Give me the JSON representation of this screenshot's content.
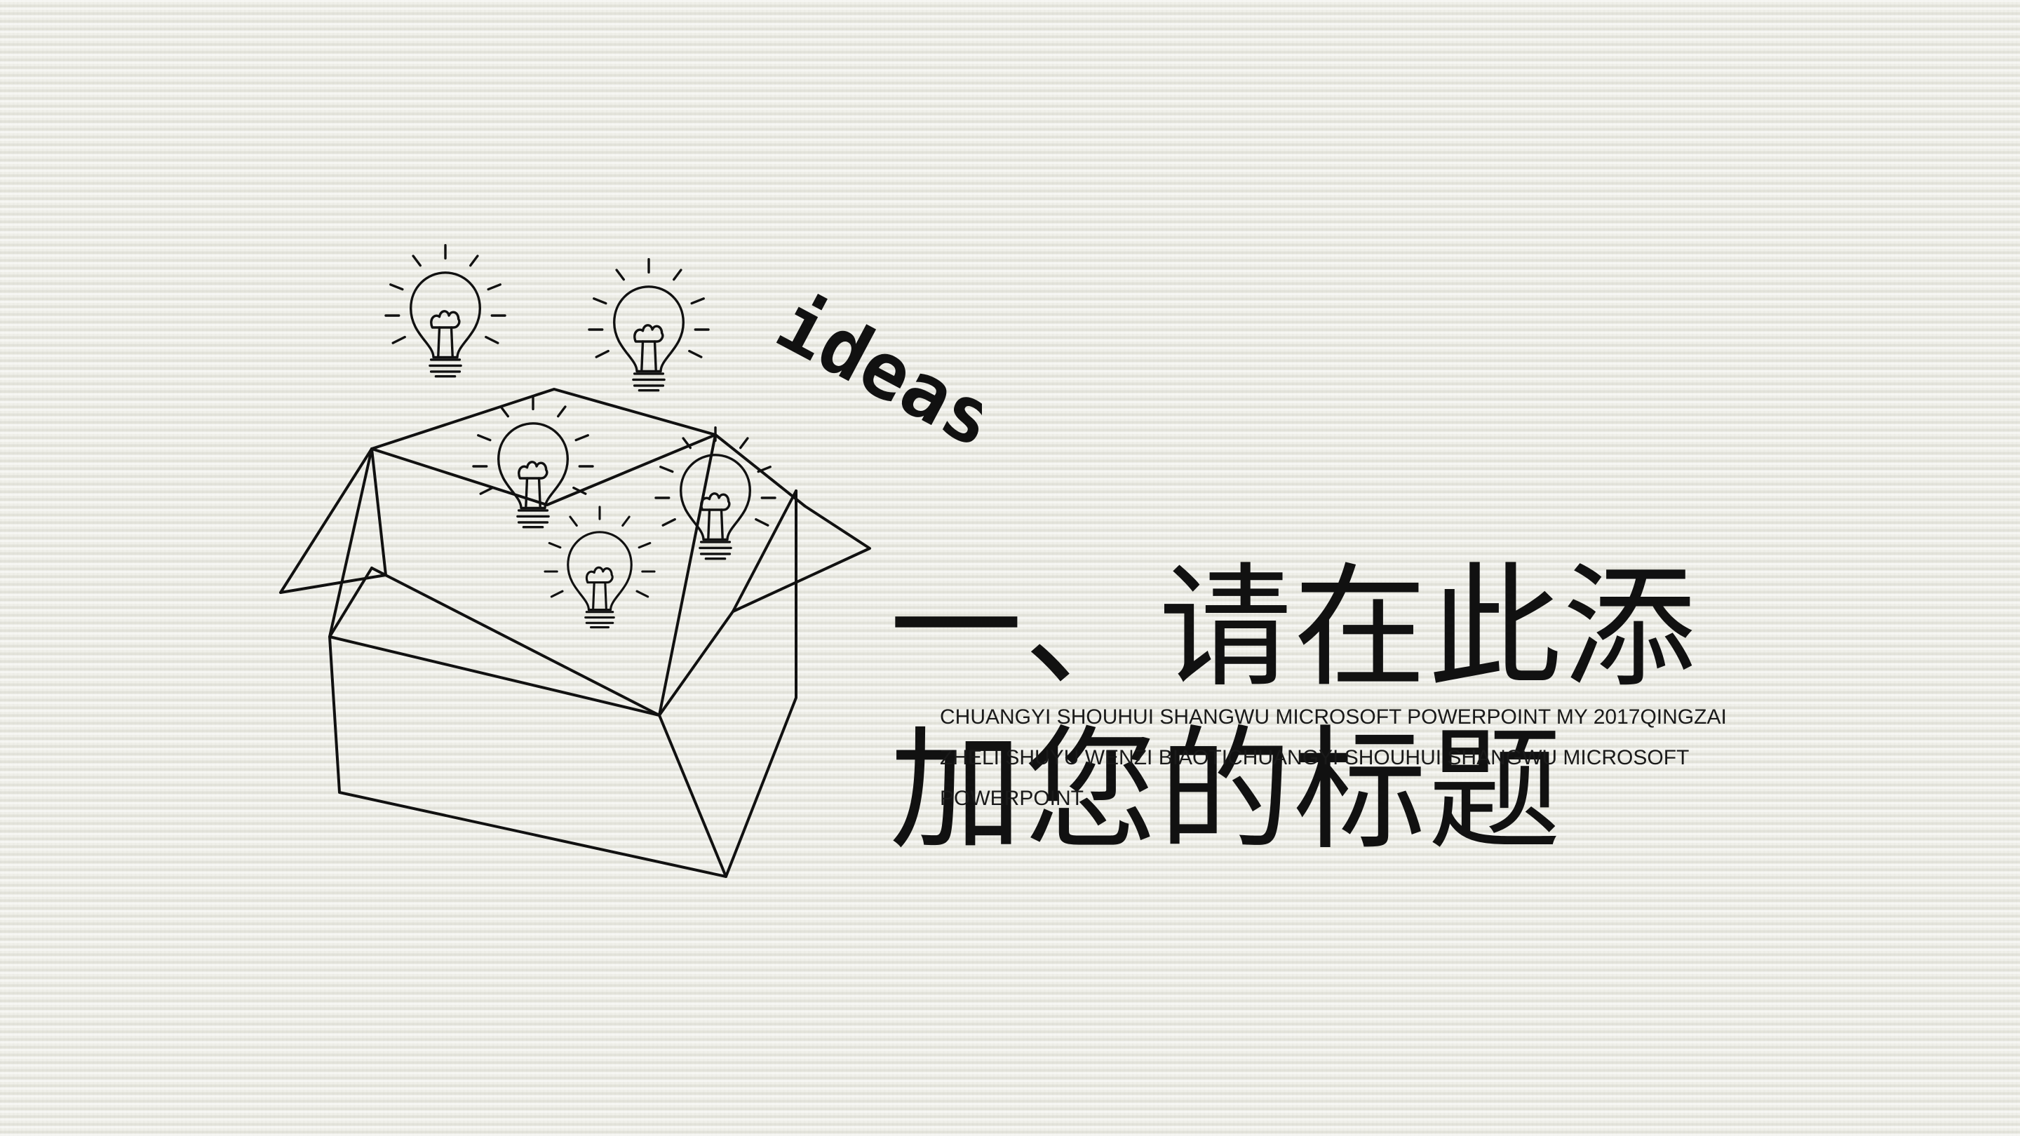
{
  "slide": {
    "illustration_word": "ideas",
    "title": "一、请在此添加您的标题",
    "subtitle": "CHUANGYI SHOUHUI SHANGWU MICROSOFT POWERPOINT MY 2017QINGZAI ZHELI SHUYU WENZI BIAOTICHUANGYI SHOUHUI SHANGWU MICROSOFT POWERPOINT"
  },
  "colors": {
    "ink": "#111111",
    "paper": "#ececE4"
  }
}
